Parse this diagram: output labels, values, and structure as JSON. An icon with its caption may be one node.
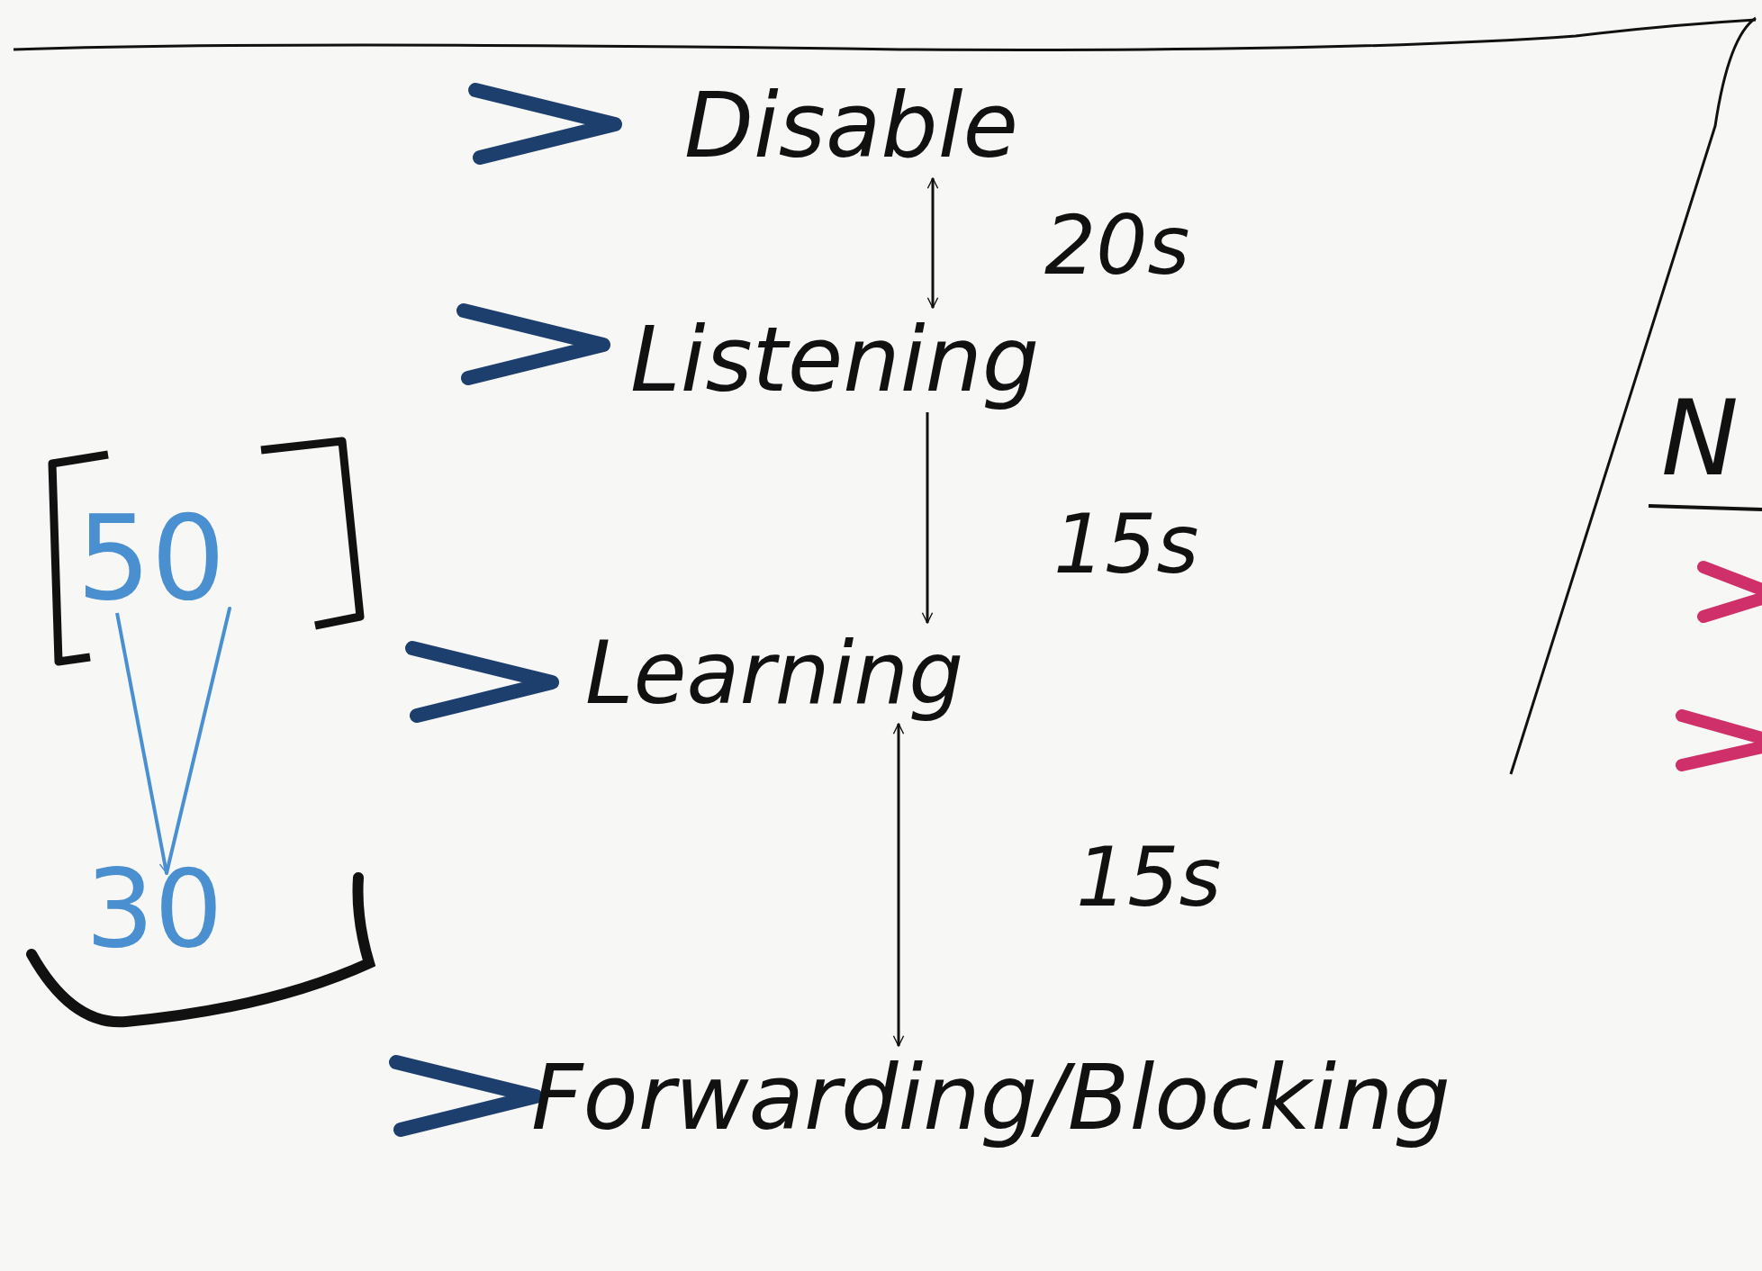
{
  "diagram": {
    "nodes": [
      {
        "text": [
          "Disable"
        ]
      },
      {
        "text": [
          "Listening"
        ]
      },
      {
        "text": [
          "Learning"
        ]
      },
      {
        "text": [
          "Forwarding/Blocking"
        ]
      },
      {
        "text": [
          "50"
        ]
      },
      {
        "text": [
          "30"
        ]
      }
    ],
    "edges": [
      {
        "from": 0,
        "to": 1,
        "arrow": "both",
        "label": "20s"
      },
      {
        "from": 1,
        "to": 2,
        "arrow": "to",
        "label": "15s"
      },
      {
        "from": 2,
        "to": 3,
        "arrow": "both",
        "label": "15s"
      },
      {
        "from": 4,
        "to": 5,
        "arrow": "to",
        "color": "#4a90d0"
      }
    ],
    "labels": [
      "N"
    ]
  }
}
